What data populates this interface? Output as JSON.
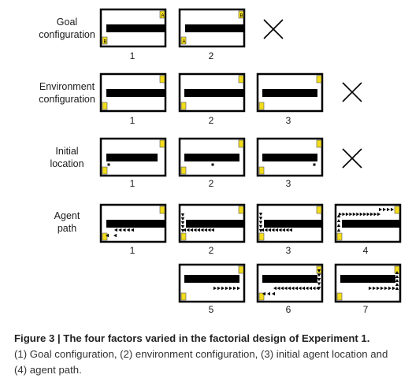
{
  "rows": [
    {
      "label": "Goal\nconfiguration",
      "numbers": [
        "1",
        "2"
      ]
    },
    {
      "label": "Environment\nconfiguration",
      "numbers": [
        "1",
        "2",
        "3"
      ]
    },
    {
      "label": "Initial\nlocation",
      "numbers": [
        "1",
        "2",
        "3"
      ]
    },
    {
      "label": "Agent\npath",
      "numbers": [
        "1",
        "2",
        "3",
        "4",
        "5",
        "6",
        "7"
      ]
    }
  ],
  "goal_marker_text": "A",
  "goal_marker_text_alt": "B",
  "caption": {
    "title": "Figure 3 | The four factors varied in the factorial design of Experiment 1.",
    "body": "(1) Goal configuration, (2) environment configuration, (3) initial agent location and (4) agent path."
  },
  "colors": {
    "frame": "#000000",
    "goal": "#f2dc1c",
    "wall": "#000000"
  }
}
